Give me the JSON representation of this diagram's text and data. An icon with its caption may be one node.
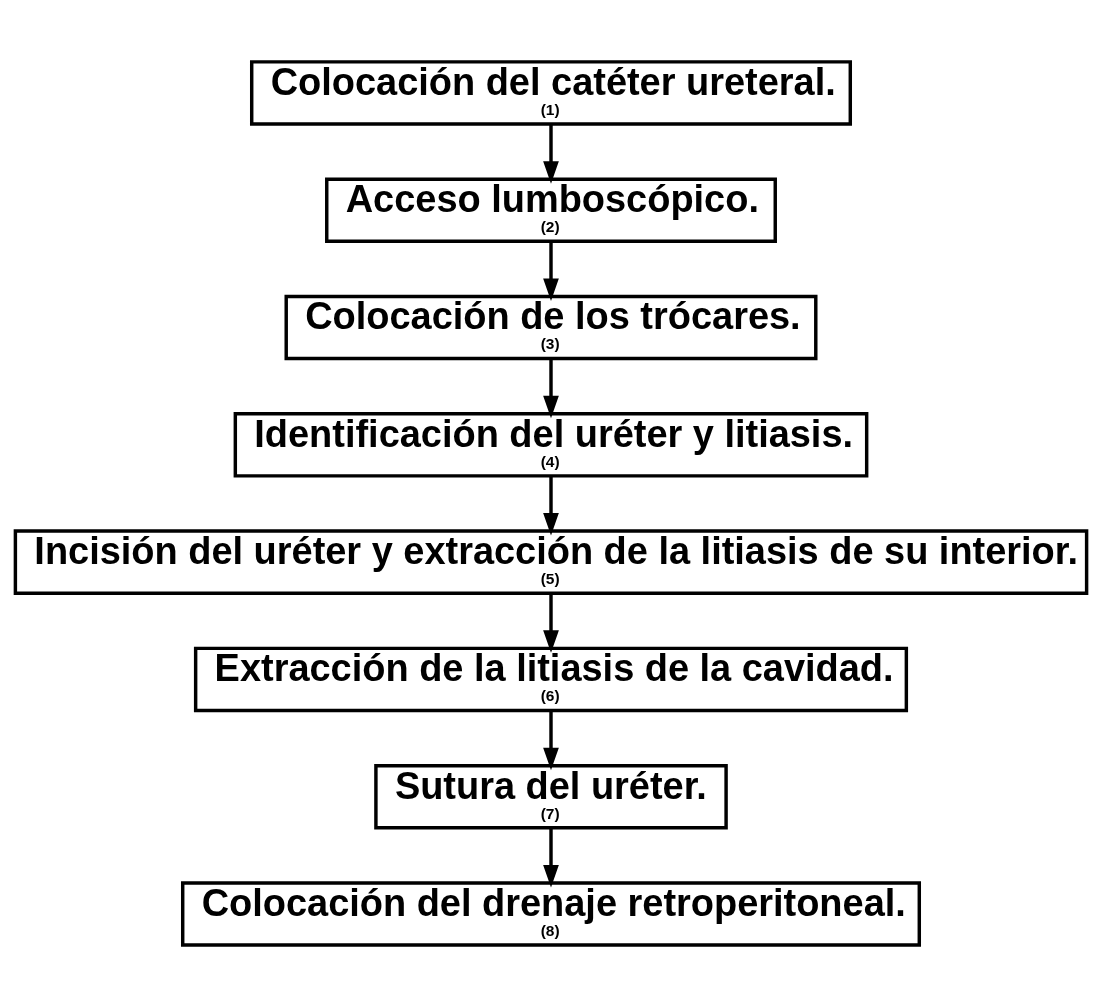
{
  "diagram": {
    "nodes": [
      {
        "text": [
          "Colocación del catéter ureteral.",
          "(1)"
        ]
      },
      {
        "text": [
          "Acceso lumboscópico.",
          "(2)"
        ]
      },
      {
        "text": [
          "Colocación de los trócares.",
          "(3)"
        ]
      },
      {
        "text": [
          "Identificación del uréter y litiasis.",
          "(4)"
        ]
      },
      {
        "text": [
          "Incisión del uréter y extracción de la litiasis de su interior.",
          "(5)"
        ]
      },
      {
        "text": [
          "Extracción de la litiasis de la cavidad.",
          "(6)"
        ]
      },
      {
        "text": [
          "Sutura del uréter.",
          "(7)"
        ]
      },
      {
        "text": [
          "Colocación del drenaje retroperitoneal.",
          "(8)"
        ]
      }
    ],
    "edges": [
      {
        "from": 0,
        "to": 1,
        "arrow": "to"
      },
      {
        "from": 1,
        "to": 2,
        "arrow": "to"
      },
      {
        "from": 2,
        "to": 3,
        "arrow": "to"
      },
      {
        "from": 3,
        "to": 4,
        "arrow": "to"
      },
      {
        "from": 4,
        "to": 5,
        "arrow": "to"
      },
      {
        "from": 5,
        "to": 6,
        "arrow": "to"
      },
      {
        "from": 6,
        "to": 7,
        "arrow": "to"
      }
    ]
  }
}
